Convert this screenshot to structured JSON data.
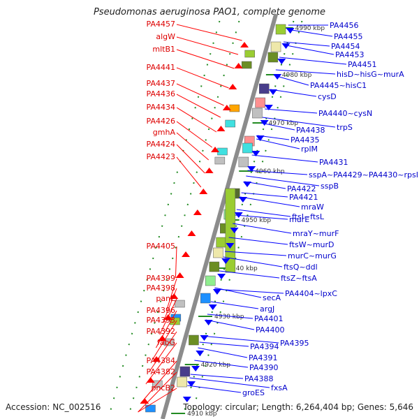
{
  "title": "Pseudomonas aeruginosa PAO1, complete genome",
  "footer": {
    "accession": "Accession: NC_002516",
    "topology": "Topology: circular; Length: 6,264,404 bp; Genes: 5,646"
  },
  "colors": {
    "left_label": "#dd0000",
    "right_label": "#0000cc",
    "left_arrow": "#ff0000",
    "right_arrow": "#0000ff",
    "backbone": "#8c8c8c",
    "tick_dot": "#228b22"
  },
  "scale_ticks": [
    "4990 kbp",
    "4980 kbp",
    "4970 kbp",
    "4960 kbp",
    "4950 kbp",
    "4940 kbp",
    "4930 kbp",
    "4920 kbp",
    "4910 kbp"
  ],
  "left_genes": [
    "PA4457",
    "algW",
    "mltB1",
    "PA4441",
    "PA4437",
    "PA4436",
    "PA4434",
    "PA4426",
    "gmhA",
    "PA4424",
    "PA4423",
    "PA4405",
    "PA4399",
    "PA4398",
    "panE",
    "PA4396",
    "PA4393",
    "PA4392",
    "fabG",
    "PA4384",
    "PA4382",
    "pncB2"
  ],
  "right_genes": [
    "PA4456",
    "PA4455",
    "PA4454",
    "PA4453",
    "PA4451",
    "hisD~hisG~murA",
    "PA4445~hisC1",
    "cysD",
    "PA4440~cysN",
    "trpS",
    "PA4438",
    "PA4435",
    "rplM",
    "PA4431",
    "sspA~PA4429~PA4430~rpsI",
    "sspB",
    "PA4422",
    "PA4421",
    "mraW",
    "ftsI~ftsL",
    "murE",
    "mraY~murF",
    "ftsW~murD",
    "murC~murG",
    "ftsQ~ddl",
    "ftsZ~ftsA",
    "PA4404~lpxC",
    "secA",
    "argJ",
    "PA4401",
    "PA4400",
    "PA4395",
    "PA4394",
    "PA4391",
    "PA4390",
    "PA4388",
    "fxsA",
    "groES"
  ]
}
